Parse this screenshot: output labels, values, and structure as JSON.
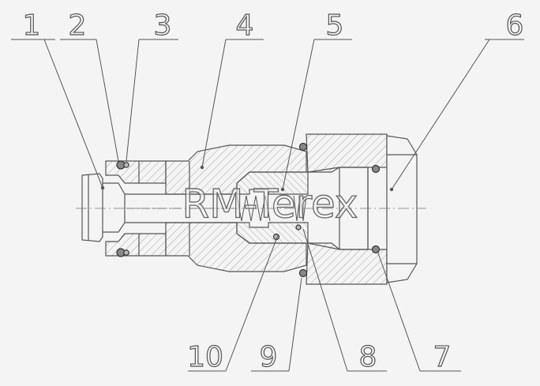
{
  "drawing": {
    "background": "#f4f4f4",
    "line_color": "#555555",
    "hatch_color": "#9a9a9a",
    "callouts": [
      "1",
      "2",
      "3",
      "4",
      "5",
      "6",
      "7",
      "8",
      "9",
      "10"
    ],
    "watermark": "RM-Terex"
  }
}
